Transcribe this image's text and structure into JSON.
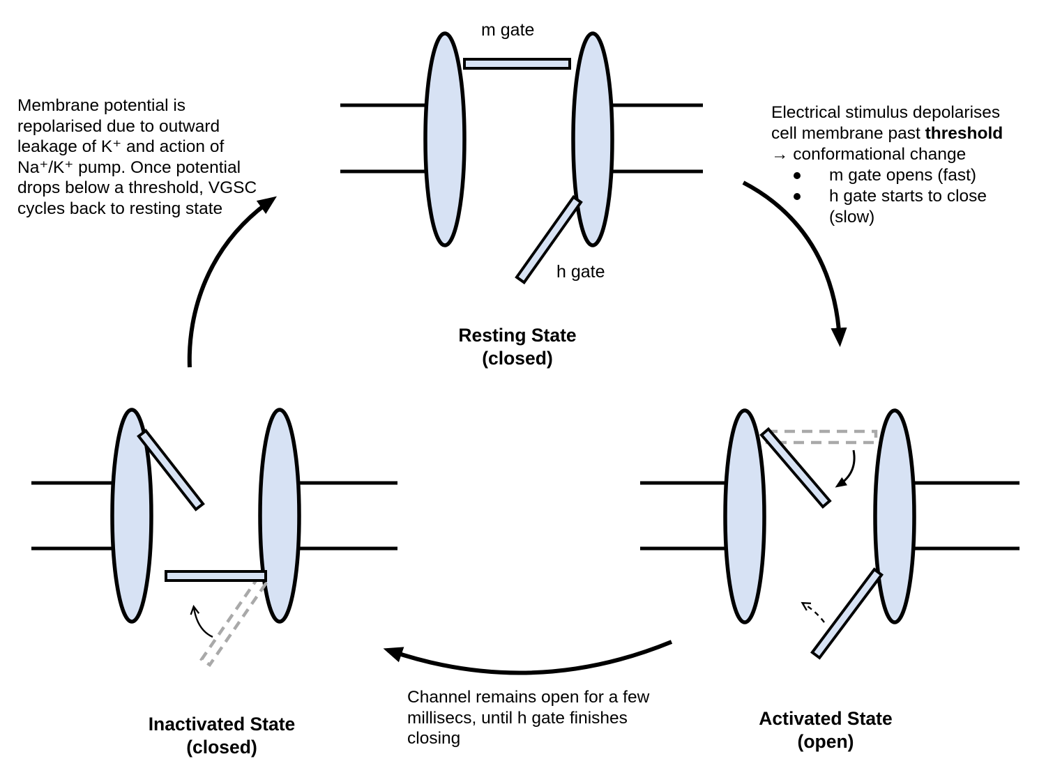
{
  "colors": {
    "subunit_fill": "#d7e2f4",
    "outline": "#000000",
    "ghost_gray": "#a9a9a9",
    "background": "#ffffff",
    "text": "#000000"
  },
  "diagram": {
    "gate_labels": {
      "m_gate": "m gate",
      "h_gate": "h gate"
    },
    "states": {
      "resting": {
        "title": "Resting State",
        "subtitle": "(closed)"
      },
      "activated": {
        "title": "Activated State",
        "subtitle": "(open)"
      },
      "inactivated": {
        "title": "Inactivated State",
        "subtitle": "(closed)"
      }
    },
    "notes": {
      "repolarisation": {
        "lines": [
          "Membrane potential is",
          "repolarised due to outward",
          "leakage of K⁺ and action of",
          "Na⁺/K⁺ pump. Once potential",
          "drops below a threshold, VGSC",
          "cycles back to resting state"
        ]
      },
      "depolarisation": {
        "line1": "Electrical stimulus depolarises",
        "line2_normal": "cell membrane past ",
        "line2_bold": "threshold",
        "line3": "→ conformational change",
        "bullets": [
          "m gate opens (fast)",
          "h gate starts to close (slow)"
        ]
      },
      "open_duration": {
        "lines": [
          "Channel remains open for a few",
          "millisecs, until h gate finishes",
          "closing"
        ]
      }
    }
  }
}
